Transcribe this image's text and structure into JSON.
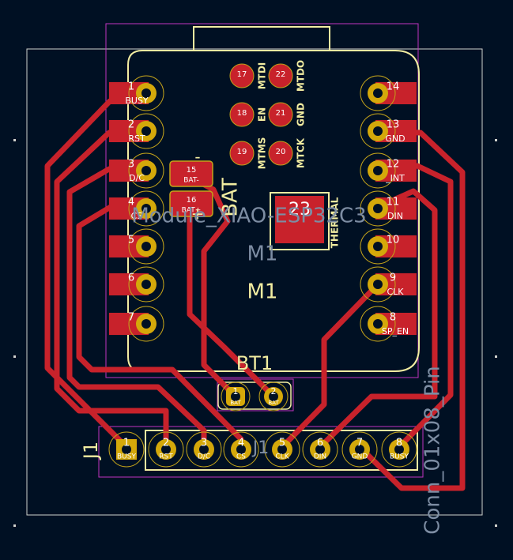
{
  "colors": {
    "background": "#001023",
    "board_edge": "#d0d2cd",
    "courtyard": "#c8c8c8",
    "fab": "#c233c2",
    "silkscreen": "#f2eda1",
    "copper": "#c8222b",
    "pad_gold": "#d4a80a",
    "pad_ring": "#c2a31a",
    "pad_text": "#ffffff",
    "faint_text": "#7d8da3"
  },
  "module": {
    "reference": "M1",
    "value": "M1",
    "footprint_text": "Module_XIAO-ESP32C3",
    "left_pins": [
      {
        "num": "1",
        "net": "BUSY"
      },
      {
        "num": "2",
        "net": "RST"
      },
      {
        "num": "3",
        "net": "D/C"
      },
      {
        "num": "4",
        "net": "CS"
      },
      {
        "num": "5",
        "net": ""
      },
      {
        "num": "6",
        "net": ""
      },
      {
        "num": "7",
        "net": ""
      }
    ],
    "right_pins": [
      {
        "num": "14",
        "net": ""
      },
      {
        "num": "13",
        "net": "GND"
      },
      {
        "num": "12",
        "net": "_INT"
      },
      {
        "num": "11",
        "net": "DIN"
      },
      {
        "num": "10",
        "net": ""
      },
      {
        "num": "9",
        "net": "CLK"
      },
      {
        "num": "8",
        "net": "SP_EN"
      }
    ],
    "jtag_pads": [
      {
        "num": "17",
        "label": "MTDI"
      },
      {
        "num": "22",
        "label": "MTDO"
      },
      {
        "num": "18",
        "label": "EN"
      },
      {
        "num": "21",
        "label": "GND"
      },
      {
        "num": "19",
        "label": "MTMS"
      },
      {
        "num": "20",
        "label": "MTCK"
      }
    ],
    "bat_pads": [
      {
        "num": "15",
        "label": "BAT-"
      },
      {
        "num": "16",
        "label": "BAT+"
      }
    ],
    "bat_silk": "BAT",
    "minus_silk": "-",
    "plus_silk": "+",
    "thermal_pad": {
      "num": "23",
      "label": "THERMAL"
    }
  },
  "battery": {
    "reference": "BT1",
    "pads": [
      {
        "num": "1",
        "net": "BAT"
      },
      {
        "num": "2",
        "net": "BAT"
      }
    ]
  },
  "connector": {
    "reference": "J1",
    "value": "Conn_01x08_Pin",
    "ref_overlay": "J1",
    "pins": [
      {
        "num": "1",
        "net": "BUSY"
      },
      {
        "num": "2",
        "net": "RST"
      },
      {
        "num": "3",
        "net": "D/C"
      },
      {
        "num": "4",
        "net": "CS"
      },
      {
        "num": "5",
        "net": "CLK"
      },
      {
        "num": "6",
        "net": "DIN"
      },
      {
        "num": "7",
        "net": "GND"
      },
      {
        "num": "8",
        "net": "BUSY"
      }
    ]
  }
}
